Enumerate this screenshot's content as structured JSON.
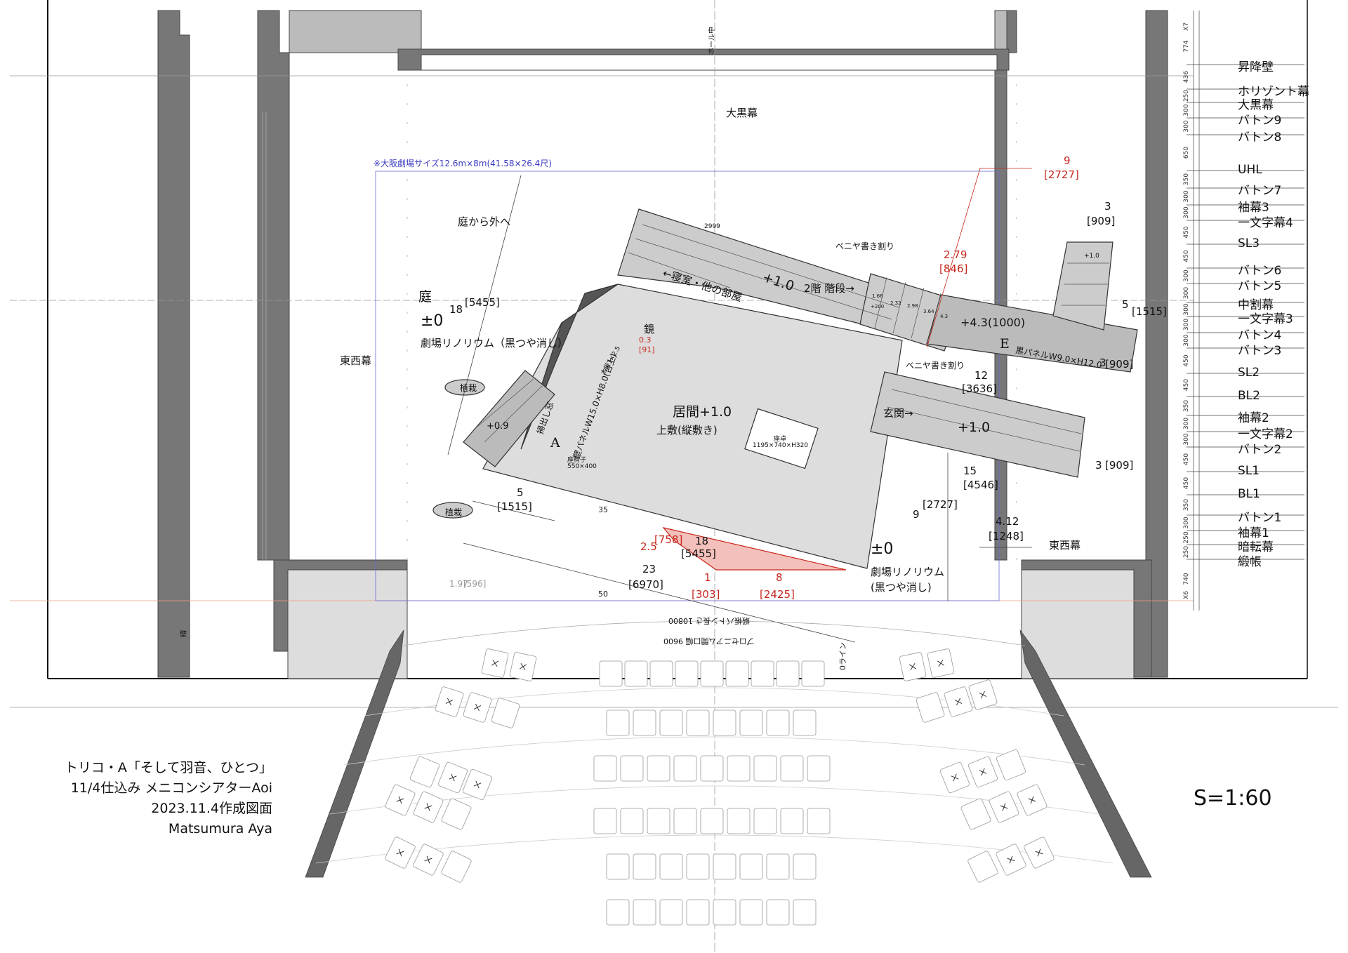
{
  "title_block": {
    "line1": "トリコ・A「そして羽音、ひとつ」",
    "line2": "11/4仕込み メニコンシアターAoi",
    "line3": "2023.11.4作成図面",
    "line4": "Matsumura Aya"
  },
  "scale": "S=1:60",
  "top_labels": {
    "oguro": "大黒幕",
    "osaka_note": "※大阪劇場サイズ12.6m×8m(41.58×26.4尺)",
    "hole_center": "ホール中",
    "niwa_exit": "庭から外へ",
    "veneer1": "ベニヤ書き割り",
    "veneer2": "ベニヤ書き割り"
  },
  "right_rail": [
    {
      "label": "昇降壁",
      "dim": "774"
    },
    {
      "label": "ホリゾント幕",
      "dim": "436"
    },
    {
      "label": "大黒幕",
      "dim": "250"
    },
    {
      "label": "バトン9",
      "dim": "300"
    },
    {
      "label": "バトン8",
      "dim": "300"
    },
    {
      "label": "UHL",
      "dim": "650"
    },
    {
      "label": "バトン7",
      "dim": "350"
    },
    {
      "label": "袖幕3",
      "dim": "300"
    },
    {
      "label": "一文字幕4",
      "dim": "300"
    },
    {
      "label": "SL3",
      "dim": "450"
    },
    {
      "label": "バトン6",
      "dim": "450"
    },
    {
      "label": "バトン5",
      "dim": "300"
    },
    {
      "label": "中割幕",
      "dim": "300"
    },
    {
      "label": "一文字幕3",
      "dim": "300"
    },
    {
      "label": "バトン4",
      "dim": "300"
    },
    {
      "label": "バトン3",
      "dim": "300"
    },
    {
      "label": "SL2",
      "dim": "450"
    },
    {
      "label": "BL2",
      "dim": "450"
    },
    {
      "label": "袖幕2",
      "dim": "350"
    },
    {
      "label": "一文字幕2",
      "dim": "300"
    },
    {
      "label": "バトン2",
      "dim": "300"
    },
    {
      "label": "SL1",
      "dim": "450"
    },
    {
      "label": "BL1",
      "dim": "450"
    },
    {
      "label": "バトン1",
      "dim": "350"
    },
    {
      "label": "袖幕1",
      "dim": "300"
    },
    {
      "label": "暗転幕",
      "dim": "250"
    },
    {
      "label": "緞帳",
      "dim": "250"
    }
  ],
  "rail_extra": {
    "top_dim": "740",
    "x7": "X7",
    "x6": "X6"
  },
  "stage_labels": {
    "niwa": "庭",
    "pm0_left": "±0",
    "linoleum_left": "劇場リノリウム（黒つや消し）",
    "tozai_left": "東西幕",
    "tozai_right": "東西幕",
    "plant1": "植栽",
    "plant2": "植栽",
    "pm0_right": "±0",
    "linoleum_right1": "劇場リノリウム",
    "linoleum_right2": "(黒つや消し)",
    "bedroom": "←寝室・他の部屋",
    "bedroom_level": "+1.0",
    "stairs": "2階 階段→",
    "top_level": "+1.0",
    "e_level": "+4.3(1000)",
    "e_letter": "E",
    "e_panel": "黒パネルW9.0×H12.0",
    "living": "居間+1.0",
    "tatami": "上敷(縦敷き)",
    "a_letter": "A",
    "a_panel": "壁パネルW15.0×H8.0(台上)",
    "window": "掃出し窓",
    "wood": "木振1×2.5",
    "mirror": "鏡",
    "mirror_dim": "0.3",
    "mirror_dim2": "[91]",
    "genkan": "玄関→",
    "genkan_level": "+1.0",
    "left_plat": "+0.9",
    "table_name": "座卓",
    "table_size": "1195×740×H320",
    "chair_name": "座椅子",
    "chair_size": "550×400",
    "stair_top": "+1.0",
    "stair_mark1": "1.66",
    "stair_mark2": "+200",
    "stair_mark3": "2.32",
    "stair_mark4": "2.98",
    "stair_mark5": "3.64",
    "stair_mark6": "4.3",
    "dim_2999": "2999",
    "wall_label": "壁"
  },
  "dims": {
    "d18": "18",
    "d18b": "[5455]",
    "d9": "9",
    "d9b": "[2727]",
    "d3a": "3",
    "d3ab": "[909]",
    "d279": "2.79",
    "d279b": "[846]",
    "d5r": "5",
    "d5rb": "[1515]",
    "d12": "12",
    "d12b": "[3636]",
    "d3b": "3",
    "d3bb": "[909]",
    "d3c": "3",
    "d3cb": "[909]",
    "d15": "15",
    "d15b": "[4546]",
    "d9c": "9",
    "d9cb": "[2727]",
    "d412": "4.12",
    "d412b": "[1248]",
    "d5l": "5",
    "d5lb": "[1515]",
    "d35": "35",
    "d18c": "18",
    "d18cb": "[5455]",
    "d25": "2.5",
    "d25b": "[758]",
    "d23": "23",
    "d23b": "[6970]",
    "d1": "1",
    "d1b": "[303]",
    "d8": "8",
    "d8b": "[2425]",
    "d197": "1.97",
    "d197b": "[596]",
    "d50": "50",
    "pros1": "緞帳バトン長さ 10800",
    "pros2": "プロセニアム開口幅 9600",
    "line": "0ライン"
  }
}
